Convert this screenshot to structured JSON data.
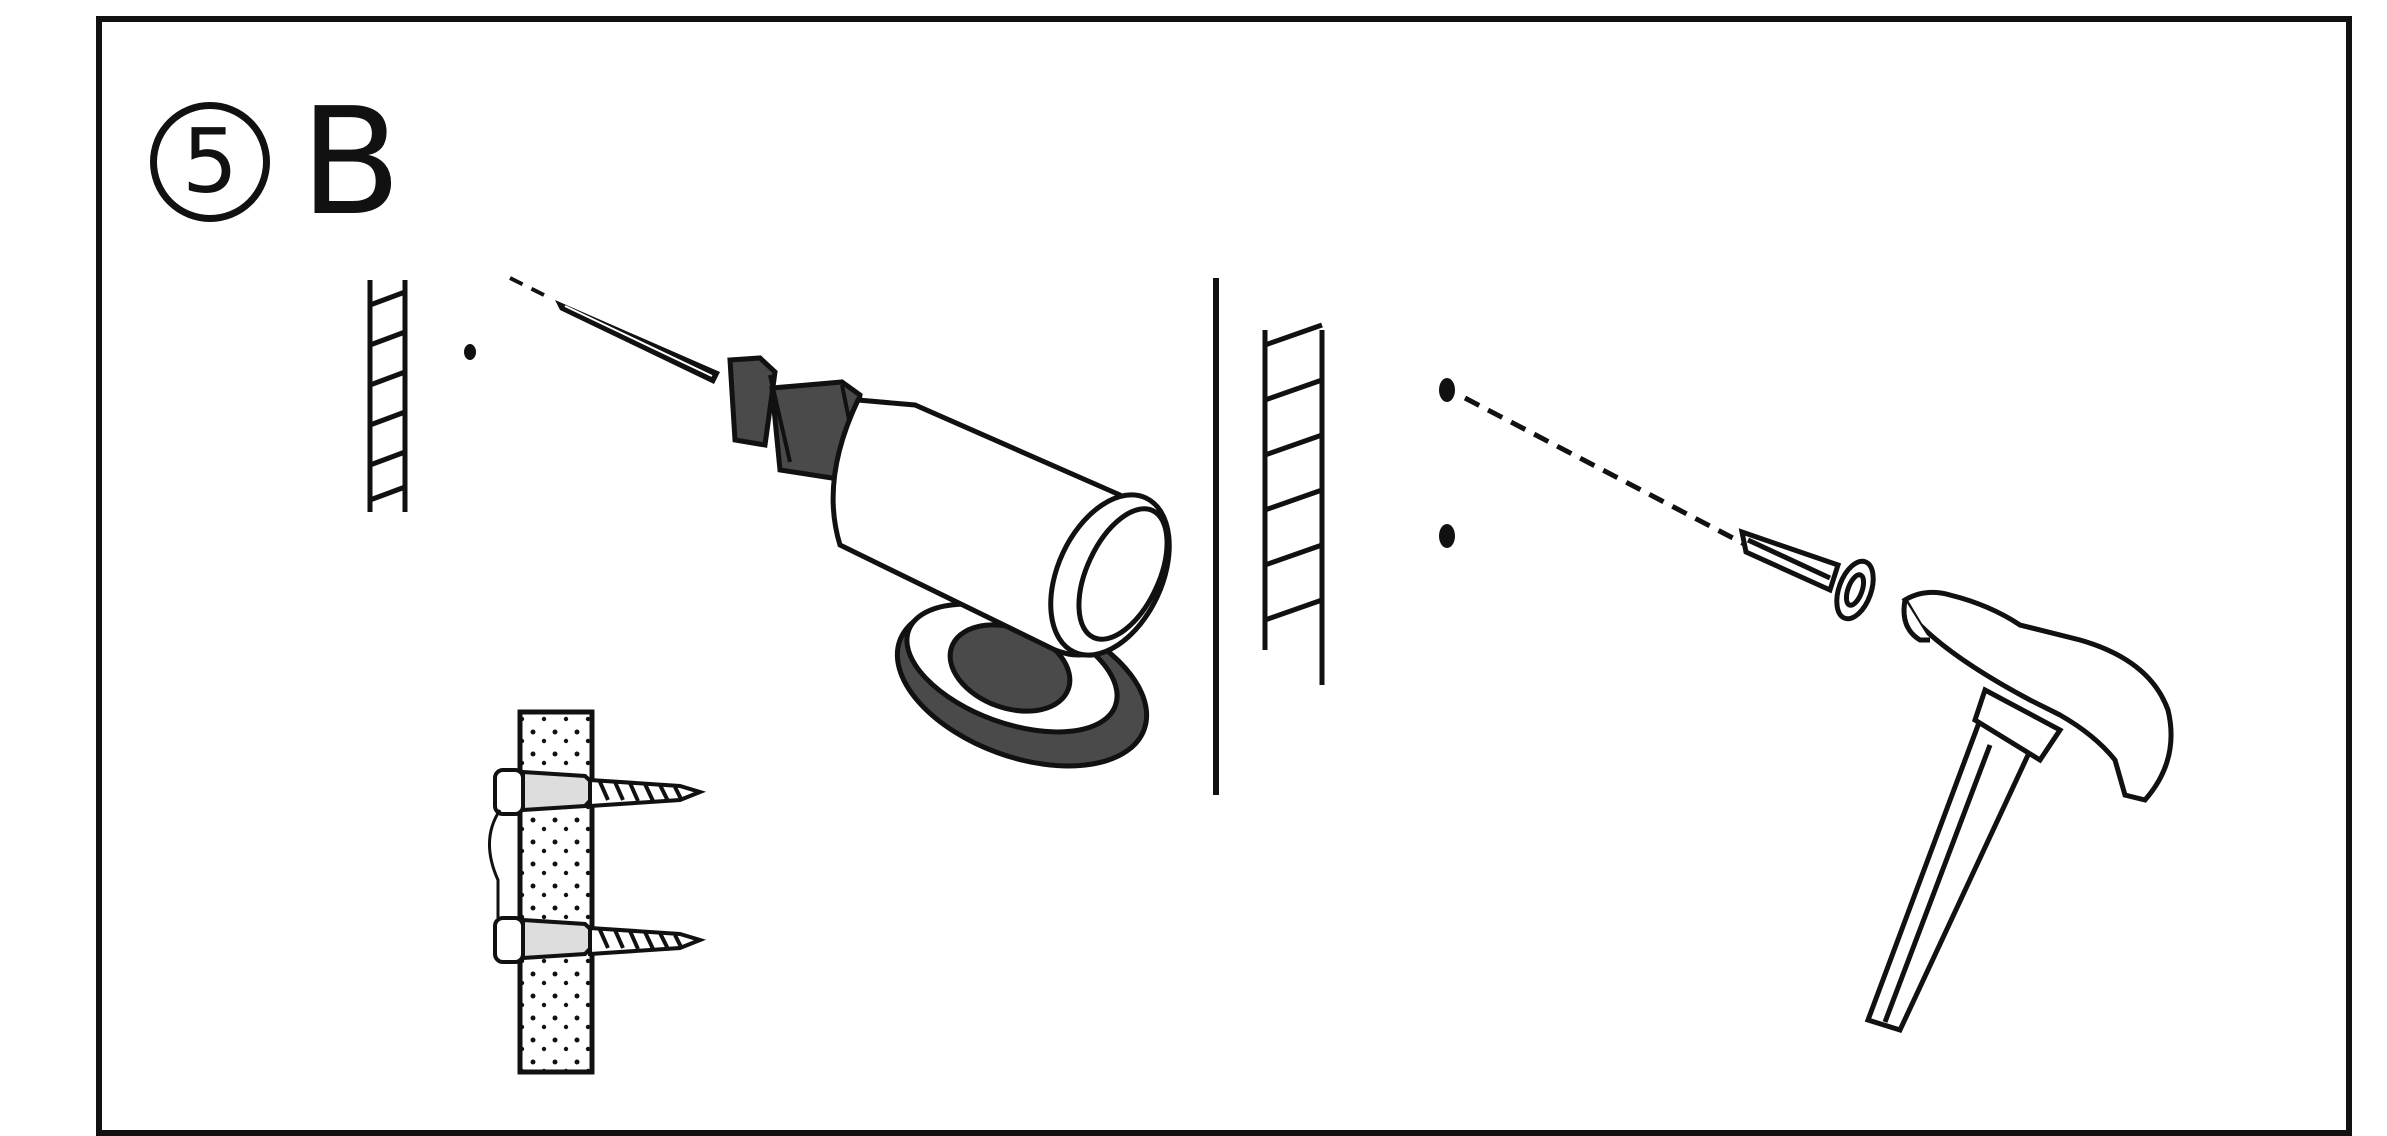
{
  "step": {
    "number": "5",
    "letter": "B"
  },
  "panels": [
    {
      "name": "drill-panel",
      "icons": [
        "wall-edge-icon",
        "drill-icon",
        "drill-bit-icon",
        "wall-cross-section-icon",
        "anchored-screw-icon"
      ]
    },
    {
      "name": "hammer-panel",
      "icons": [
        "wall-edge-icon",
        "wall-anchor-icon",
        "hammer-icon"
      ]
    }
  ],
  "colors": {
    "ink": "#111111",
    "shade": "#4a4a4a",
    "paper": "#ffffff"
  }
}
